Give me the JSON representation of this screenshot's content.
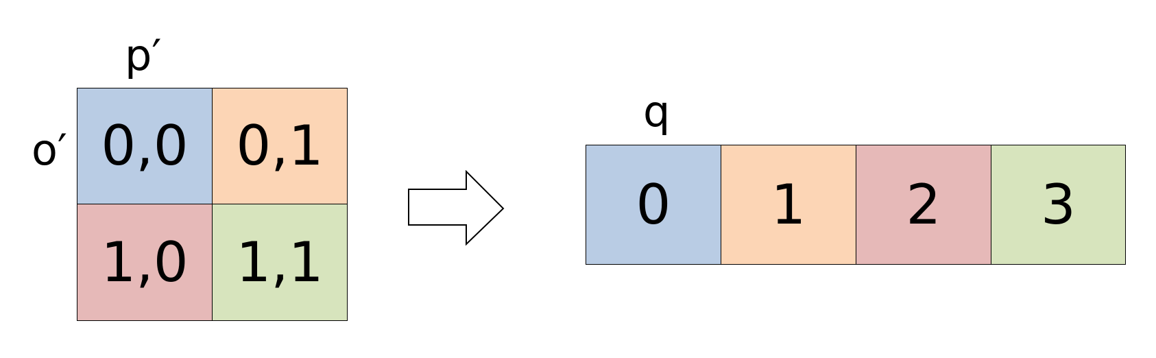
{
  "matrix": {
    "col_label": "p′",
    "row_label": "o′",
    "cells": [
      {
        "text": "0,0",
        "color": "#b9cce4"
      },
      {
        "text": "0,1",
        "color": "#fcd5b5"
      },
      {
        "text": "1,0",
        "color": "#e6b9b8"
      },
      {
        "text": "1,1",
        "color": "#d7e4bd"
      }
    ]
  },
  "vector": {
    "label": "q",
    "cells": [
      {
        "text": "0",
        "color": "#b9cce4"
      },
      {
        "text": "1",
        "color": "#fcd5b5"
      },
      {
        "text": "2",
        "color": "#e6b9b8"
      },
      {
        "text": "3",
        "color": "#d7e4bd"
      }
    ]
  },
  "arrow": {
    "icon": "right-block-arrow-icon",
    "fill": "#ffffff",
    "stroke": "#000000"
  }
}
